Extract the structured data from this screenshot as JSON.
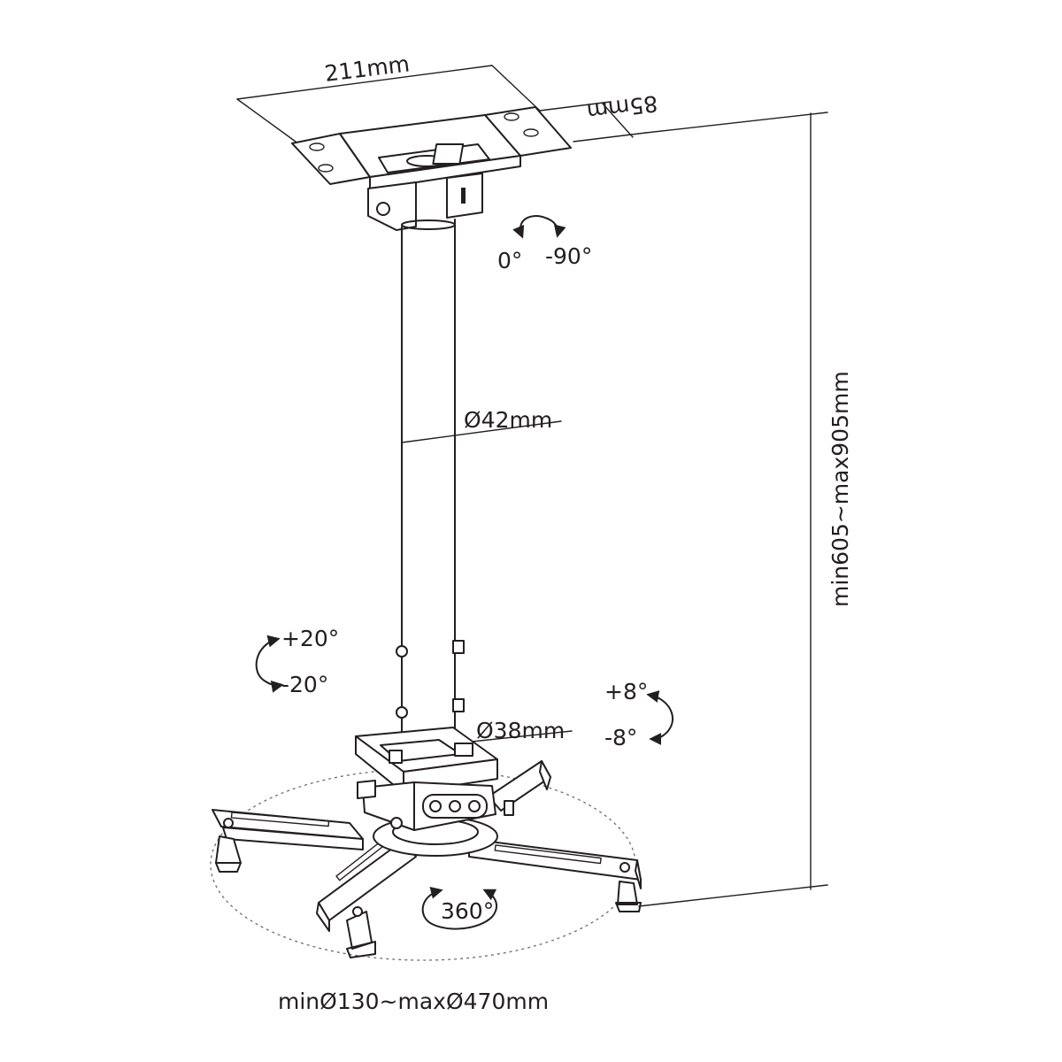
{
  "labels": {
    "plate_width": "211mm",
    "plate_depth": "85mm",
    "tilt_top_a": "0°",
    "tilt_top_b": "-90°",
    "tube_upper_diameter": "Ø42mm",
    "height_range": "min605~max905mm",
    "tilt_left_up": "+20°",
    "tilt_left_down": "-20°",
    "tilt_right_up": "+8°",
    "tilt_right_down": "-8°",
    "tube_lower_diameter": "Ø38mm",
    "rotation": "360°",
    "arm_range": "minØ130~maxØ470mm"
  },
  "colors": {
    "line": "#231f20",
    "background": "#ffffff",
    "dashed": "#6d6e71"
  },
  "icons": [
    "rotation-arrow-icon",
    "tilt-arrow-icon",
    "swivel-arrow-icon"
  ]
}
